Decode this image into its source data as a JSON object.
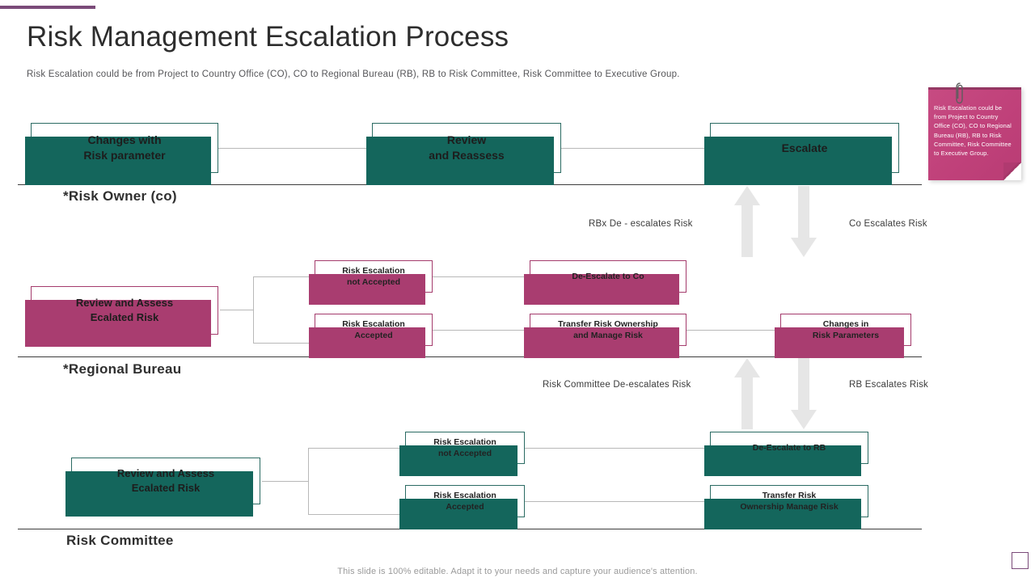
{
  "header": {
    "title": "Risk Management Escalation Process",
    "subtitle": "Risk Escalation could be from Project to Country Office (CO), CO to Regional Bureau (RB), RB to Risk Committee, Risk Committee to Executive Group.",
    "accent_color": "#7b4b79"
  },
  "sticky_note": {
    "text": "Risk Escalation could be from Project to Country Office (CO), CO to Regional Bureau (RB), RB to Risk Committee, Risk Committee to Executive Group.",
    "color": "#c2487e",
    "text_color": "#ffffff",
    "clip_icon": "paperclip-icon"
  },
  "lanes": [
    {
      "id": "risk-owner",
      "label": "*Risk Owner (co)"
    },
    {
      "id": "regional-bureau",
      "label": "*Regional Bureau"
    },
    {
      "id": "risk-committee",
      "label": "Risk Committee"
    }
  ],
  "row1": {
    "accent_color": "#14665c",
    "boxes": [
      {
        "id": "changes-with-risk-parameter",
        "line1": "Changes with",
        "line2": "Risk parameter"
      },
      {
        "id": "review-and-reassess",
        "line1": "Review",
        "line2": "and Reassess"
      },
      {
        "id": "escalate",
        "line1": "Escalate",
        "line2": ""
      }
    ]
  },
  "row2": {
    "accent_color": "#a93d70",
    "boxes": [
      {
        "id": "review-assess-escalated-risk-rb",
        "line1": "Review and Assess",
        "line2": "Ecalated Risk"
      },
      {
        "id": "risk-escalation-not-accepted-rb",
        "line1": "Risk Escalation",
        "line2": "not Accepted"
      },
      {
        "id": "risk-escalation-accepted-rb",
        "line1": "Risk Escalation",
        "line2": "Accepted"
      },
      {
        "id": "de-escalate-to-co",
        "line1": "De-Escalate to Co",
        "line2": ""
      },
      {
        "id": "transfer-risk-ownership-manage-risk-rb",
        "line1": "Transfer Risk Ownership",
        "line2": "and Manage Risk"
      },
      {
        "id": "changes-in-risk-parameters",
        "line1": "Changes in",
        "line2": "Risk Parameters"
      }
    ],
    "arrow_labels": {
      "left": "RBx De - escalates Risk",
      "right": "Co Escalates Risk"
    }
  },
  "row3": {
    "accent_color": "#14665c",
    "boxes": [
      {
        "id": "review-assess-escalated-risk-rc",
        "line1": "Review and Assess",
        "line2": "Ecalated Risk"
      },
      {
        "id": "risk-escalation-not-accepted-rc",
        "line1": "Risk Escalation",
        "line2": "not Accepted"
      },
      {
        "id": "risk-escalation-accepted-rc",
        "line1": "Risk Escalation",
        "line2": "Accepted"
      },
      {
        "id": "de-escalate-to-rb",
        "line1": "De-Escalate to RB",
        "line2": ""
      },
      {
        "id": "transfer-risk-ownership-manage-risk-rc",
        "line1": "Transfer Risk",
        "line2": "Ownership Manage Risk"
      }
    ],
    "arrow_labels": {
      "left": "Risk Committee De-escalates Risk",
      "right": "RB Escalates Risk"
    }
  },
  "footer": {
    "note": "This slide is 100% editable. Adapt it to your needs and capture your audience's attention."
  }
}
